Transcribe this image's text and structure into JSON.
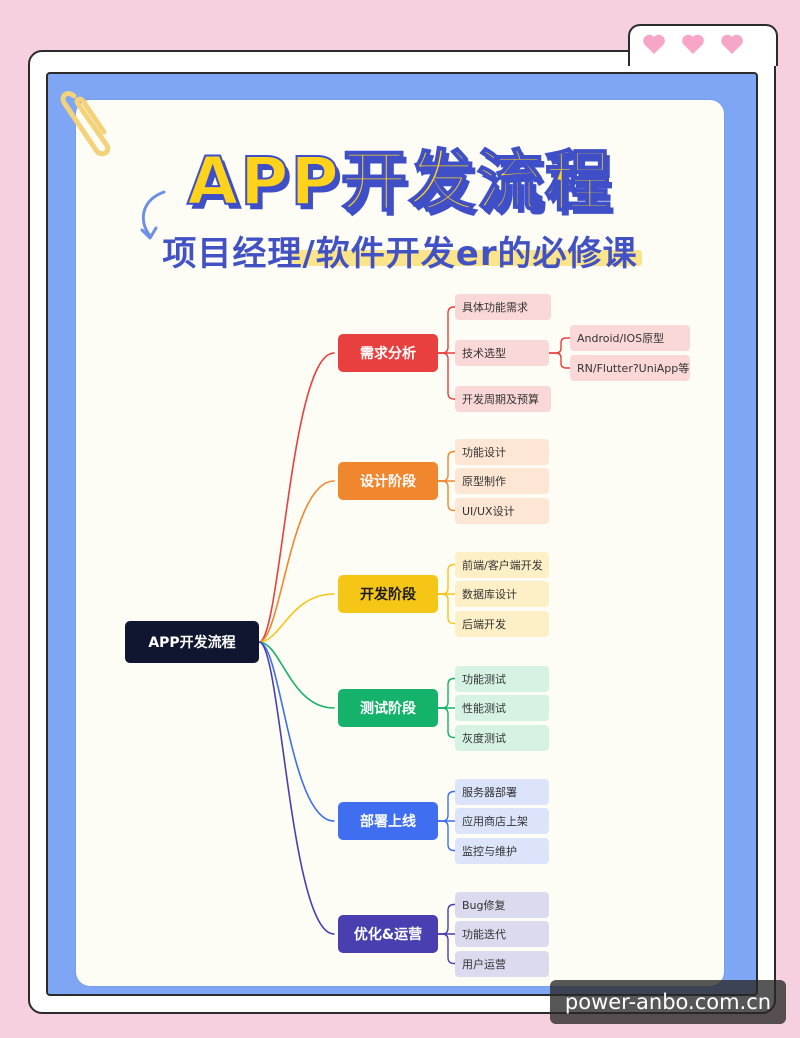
{
  "poster": {
    "title": "APP开发流程",
    "subtitle": "项目经理/软件开发er的必修课"
  },
  "mindmap": {
    "root": "APP开发流程",
    "branches": [
      {
        "label": "需求分析",
        "color": "#e8403e",
        "leaf_bg": "#fbd8d8",
        "leaves": [
          {
            "label": "具体功能需求"
          },
          {
            "label": "技术选型",
            "children": [
              "Android/IOS原型",
              "RN/Flutter?UniApp等"
            ]
          },
          {
            "label": "开发周期及预算"
          }
        ]
      },
      {
        "label": "设计阶段",
        "color": "#f0862e",
        "leaf_bg": "#fde6d3",
        "leaves": [
          {
            "label": "功能设计"
          },
          {
            "label": "原型制作"
          },
          {
            "label": "UI/UX设计"
          }
        ]
      },
      {
        "label": "开发阶段",
        "color": "#f6c617",
        "leaf_bg": "#fdf0c6",
        "text_color": "#1a1a1a",
        "leaves": [
          {
            "label": "前端/客户端开发"
          },
          {
            "label": "数据库设计"
          },
          {
            "label": "后端开发"
          }
        ]
      },
      {
        "label": "测试阶段",
        "color": "#15b26b",
        "leaf_bg": "#d5f2e3",
        "leaves": [
          {
            "label": "功能测试"
          },
          {
            "label": "性能测试"
          },
          {
            "label": "灰度测试"
          }
        ]
      },
      {
        "label": "部署上线",
        "color": "#3f6ff0",
        "leaf_bg": "#dbe4fb",
        "leaves": [
          {
            "label": "服务器部署"
          },
          {
            "label": "应用商店上架"
          },
          {
            "label": "监控与维护"
          }
        ]
      },
      {
        "label": "优化&运营",
        "color": "#4a3fb0",
        "leaf_bg": "#dcdaee",
        "leaves": [
          {
            "label": "Bug修复"
          },
          {
            "label": "功能迭代"
          },
          {
            "label": "用户运营"
          }
        ]
      }
    ]
  },
  "watermark": "power-anbo.com.cn"
}
